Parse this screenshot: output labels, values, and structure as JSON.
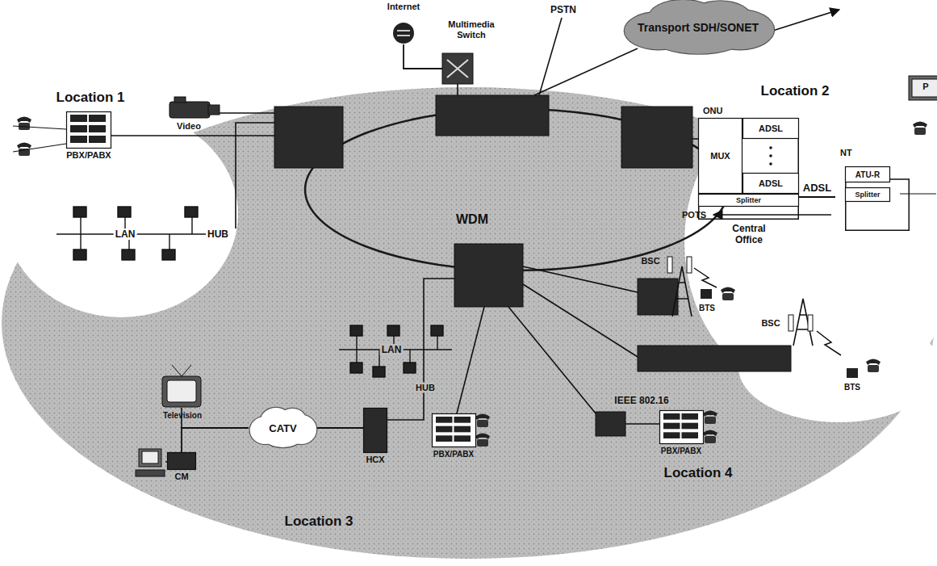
{
  "diagram": {
    "nodes": [
      {
        "text": [
          "Internet"
        ]
      },
      {
        "text": [
          "Multimedia Switch"
        ]
      },
      {
        "text": [
          "Transport SDH/SONET"
        ]
      },
      {
        "text": [
          "PBX/PABX"
        ]
      },
      {
        "text": [
          "ONU"
        ]
      },
      {
        "text": [
          "MUX"
        ],
        "in": 4
      },
      {
        "text": [
          "ADSL"
        ],
        "in": 4
      },
      {
        "text": [
          "ADSL"
        ],
        "in": 4
      },
      {
        "text": [
          "Splitter"
        ],
        "in": 4
      },
      {
        "text": [
          "NT"
        ]
      },
      {
        "text": [
          "ATU-R"
        ],
        "in": 9
      },
      {
        "text": [
          "Splitter"
        ],
        "in": 9
      },
      {
        "text": [
          "CATV"
        ]
      },
      {
        "text": [
          "HCX"
        ]
      },
      {
        "text": [
          "CM"
        ]
      },
      {
        "text": [
          "PBX/PABX"
        ]
      },
      {
        "text": [
          "PBX/PABX"
        ]
      }
    ],
    "edges": [
      {
        "from": 0,
        "to": 1,
        "arrow": "none"
      },
      {
        "from": 4,
        "to": 9,
        "label": "ADSL",
        "arrow": "none"
      },
      {
        "from": 12,
        "to": 13,
        "arrow": "none"
      },
      {
        "from": 14,
        "to": 12,
        "arrow": "none"
      }
    ],
    "labels": [
      "PSTN",
      "Video",
      "LAN",
      "HUB",
      "WDM",
      "Location 1",
      "Location 2",
      "POTS",
      "Central Office",
      "BSC",
      "BTS",
      "BSC",
      "BTS",
      "LAN",
      "HUB",
      "IEEE 802.16",
      "Television",
      "Location 3",
      "Location 4",
      "P"
    ]
  }
}
